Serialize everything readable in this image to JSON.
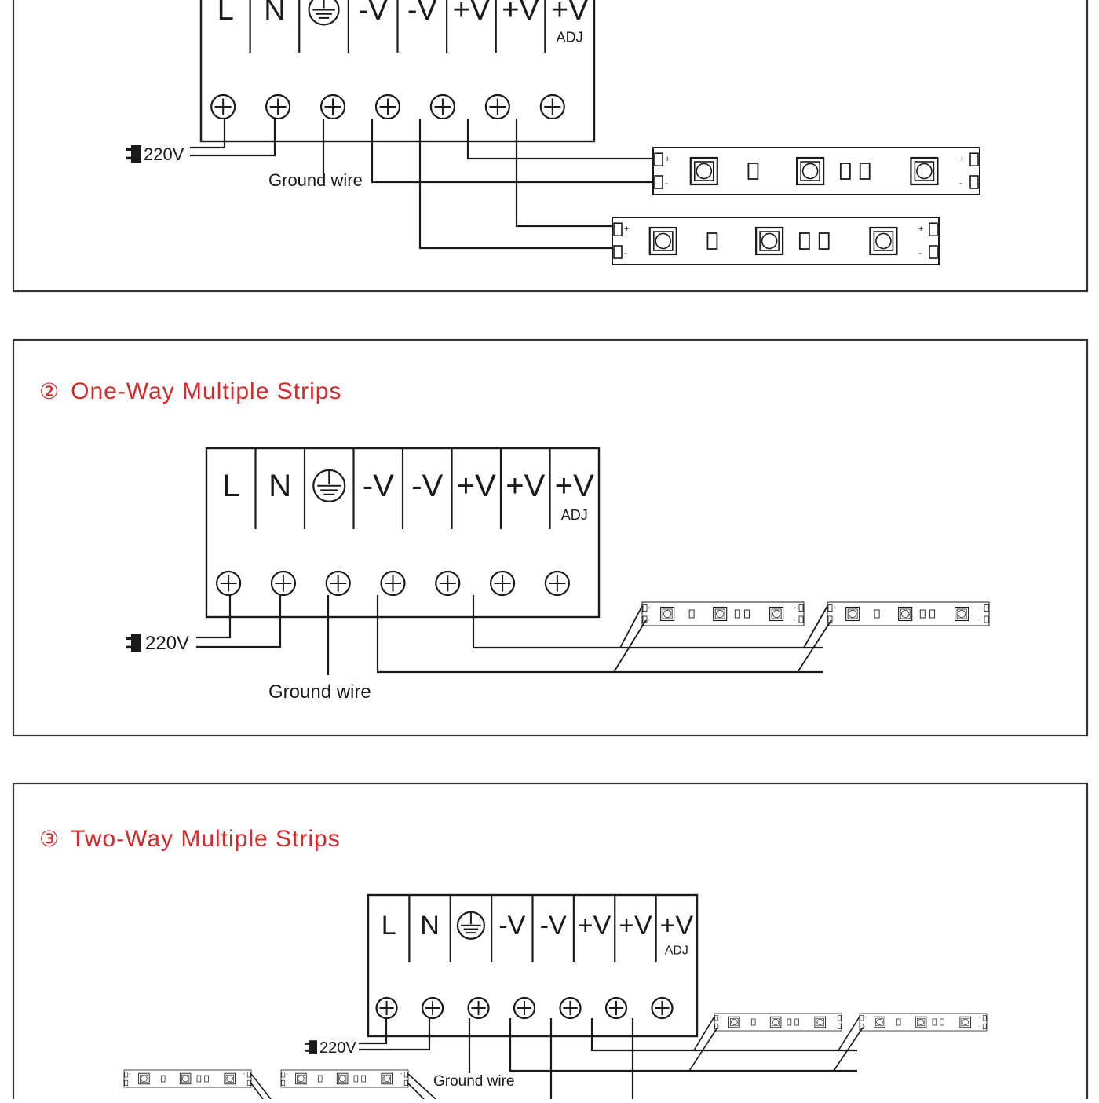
{
  "terminals": {
    "labels": [
      "L",
      "N",
      "",
      "-V",
      "-V",
      "+V",
      "+V",
      "+V"
    ],
    "adj_label": "ADJ",
    "ground_symbol": "ground-symbol-icon",
    "screw_icon": "screw-terminal-icon"
  },
  "labels": {
    "voltage": "220V",
    "ground_wire": "Ground wire",
    "plug_icon": "ac-plug-icon",
    "strip_plus": "+",
    "strip_minus": "-"
  },
  "sections": [
    {
      "number": "",
      "title": ""
    },
    {
      "number": "②",
      "title": "One-Way Multiple Strips"
    },
    {
      "number": "③",
      "title": "Two-Way Multiple Strips"
    }
  ],
  "colors": {
    "title": "#d42a2a",
    "line": "#1a1a1a",
    "frame": "#333333"
  }
}
